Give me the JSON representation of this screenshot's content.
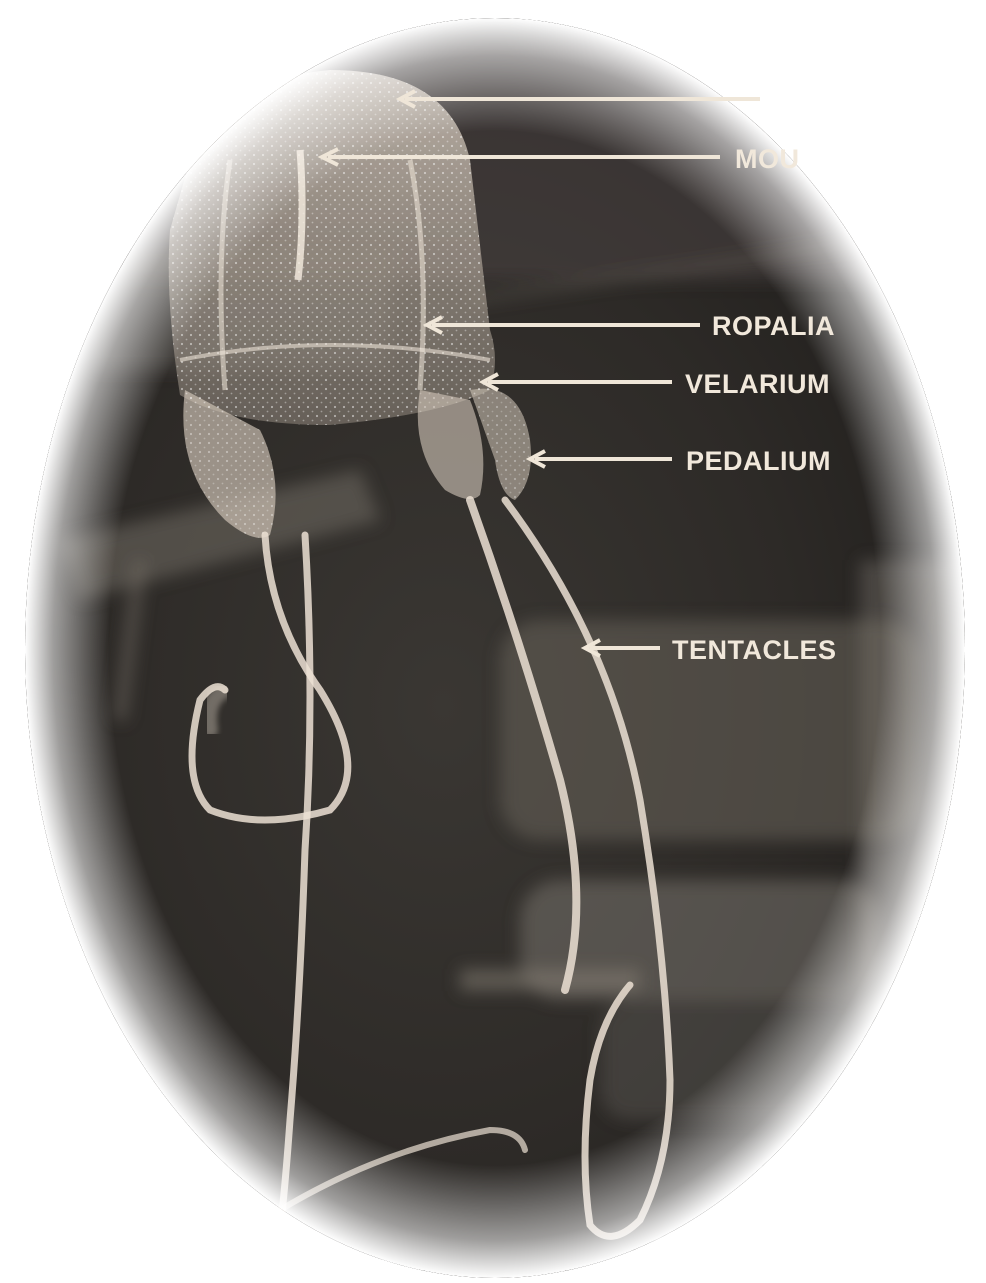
{
  "diagram": {
    "labels": [
      {
        "id": "top",
        "text": ""
      },
      {
        "id": "mouth",
        "text": "MOU"
      },
      {
        "id": "ropalia",
        "text": "ROPALIA"
      },
      {
        "id": "velarium",
        "text": "VELARIUM"
      },
      {
        "id": "pedalium",
        "text": "PEDALIUM"
      },
      {
        "id": "tentacles",
        "text": "TENTACLES"
      }
    ]
  },
  "colors": {
    "label": "#f1e8db",
    "arrow": "#efe6d8",
    "body": "#e9ddd0",
    "background_dark": "#2c2926",
    "background_mid": "#5a5650"
  }
}
